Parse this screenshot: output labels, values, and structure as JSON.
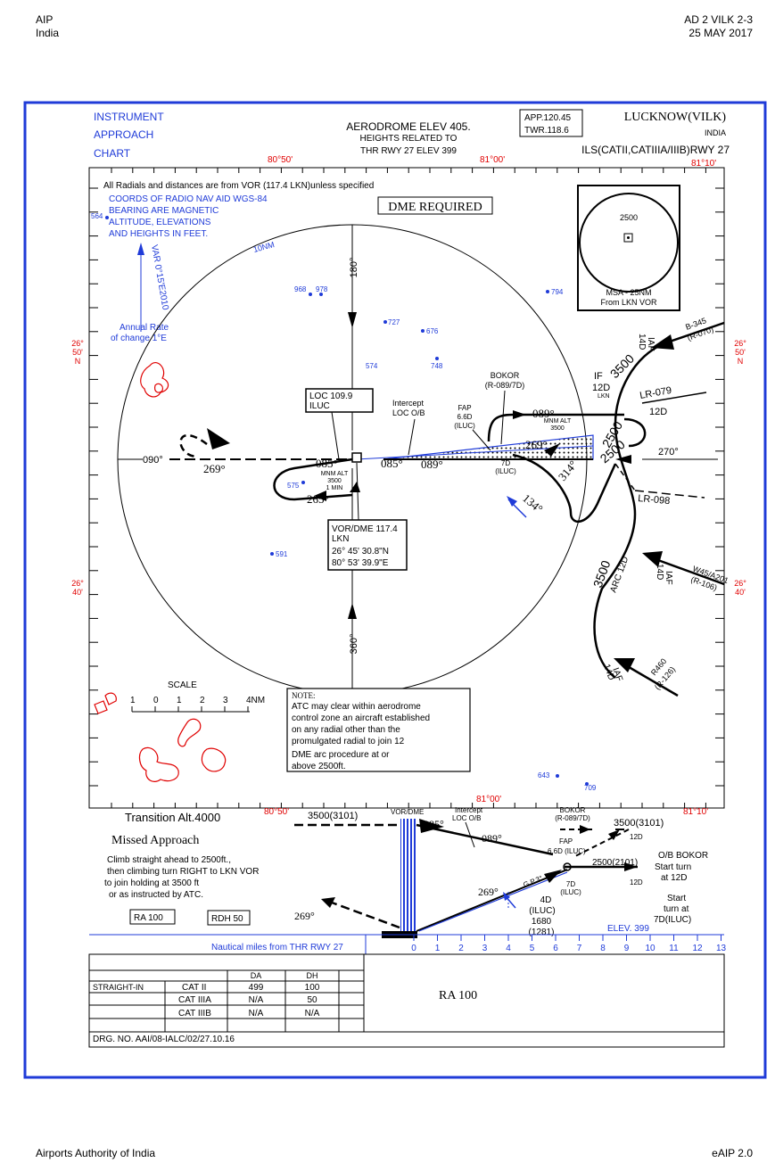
{
  "header": {
    "left_line1": "AIP",
    "left_line2": "India",
    "right_line1": "AD 2 VILK 2-3",
    "right_line2": "25 MAY 2017"
  },
  "footer": {
    "left": "Airports Authority of India",
    "right": "eAIP 2.0"
  },
  "colors": {
    "frame": "#1f3bd8",
    "red": "#e00000",
    "blue": "#1f3bd8",
    "black": "#000000"
  },
  "chart": {
    "title": [
      "INSTRUMENT",
      "APPROACH",
      "CHART"
    ],
    "aerodrome_elev": "AERODROME  ELEV  405.",
    "heights_related": "HEIGHTS  RELATED  TO",
    "thr_rwy": "THR  RWY  27  ELEV  399",
    "app_freq": "APP.120.45",
    "twr_freq": "TWR.118.6",
    "airport": "LUCKNOW(VILK)",
    "country": "INDIA",
    "procedure": "ILS(CATII,CATIIIA/IIIB)RWY  27",
    "lon_labels": [
      "80°50'",
      "81°00'",
      "81°10'"
    ],
    "lat_labels": [
      [
        "26°",
        "50'",
        "N"
      ],
      [
        "26°",
        "50'",
        "N"
      ],
      [
        "26°",
        "40'"
      ],
      [
        "26°",
        "40'"
      ]
    ],
    "radials_note": "All Radials and distances are from VOR (117.4 LKN)unless specified",
    "coords_note": [
      "COORDS   OF  RADIO NAV  AID  WGS-84",
      "BEARING ARE MAGNETIC",
      "ALTITUDE, ELEVATIONS",
      "AND HEIGHTS IN FEET."
    ],
    "dme_required": "DME REQUIRED",
    "msa_alt": "2500",
    "msa_label": [
      "MSA - 25NM",
      "From LKN VOR"
    ],
    "var": "VAR 0°15'E2010",
    "annual_rate": [
      "Annual Rate",
      "of change 1°E"
    ],
    "ring_10nm": "10NM",
    "radial_180": "180°",
    "radial_360": "360°",
    "radial_090": "090°",
    "radial_270": "270°",
    "spot_elevs": [
      "564",
      "968",
      "978",
      "794",
      "727",
      "676",
      "574",
      "748",
      "575",
      "591",
      "643",
      "709"
    ],
    "loc_box": [
      "LOC  109.9",
      "ILUC"
    ],
    "intercept": [
      "Intercept",
      "LOC O/B"
    ],
    "bokor": [
      "BOKOR",
      "(R-089/7D)"
    ],
    "fap": [
      "FAP",
      "6.6D",
      "(ILUC)"
    ],
    "if_label": [
      "IF",
      "12D",
      "LKN"
    ],
    "iaf_14d": [
      "IAF",
      "14D"
    ],
    "b345": [
      "B-345",
      "(R-070)"
    ],
    "lr079": "LR-079",
    "lr098": "LR-098",
    "w45": [
      "W45/A201",
      "(R-106)"
    ],
    "r460": [
      "R460",
      "(R-126)"
    ],
    "arc_12d": "ARC 12D",
    "alt_3500": "3500",
    "alt_2500": "2500",
    "d12": "12D",
    "mnm_alt_left": [
      "MNM  ALT",
      "3500",
      "1  MIN"
    ],
    "mnm_alt_right": [
      "MNM  ALT",
      "3500"
    ],
    "hdgs": [
      "269°",
      "085°",
      "085°",
      "089°",
      "265°",
      "089°",
      "269°",
      "134°",
      "314°"
    ],
    "d7_iluc": [
      "7D",
      "(ILUC)"
    ],
    "vor_box": [
      "VOR/DME  117.4",
      "LKN",
      "26°  45'  30.8\"N",
      "80°  53'  39.9\"E"
    ],
    "scale": "SCALE",
    "scale_ticks": [
      "1",
      "0",
      "1",
      "2",
      "3",
      "4NM"
    ],
    "note_title": "NOTE:",
    "note": [
      "ATC may clear within aerodrome",
      "control zone an aircraft established",
      "on any radial other than the",
      "promulgated radial to join 12",
      "DME arc procedure at or",
      "above 2500ft."
    ],
    "transition_alt": "Transition  Alt.4000",
    "missed_title": "Missed Approach",
    "missed_text": [
      "Climb straight ahead to 2500ft.,",
      "then climbing turn RIGHT to LKN VOR",
      "to join holding at 3500 ft",
      "or as instructed by ATC."
    ],
    "ra100": "RA 100",
    "rdh50": "RDH  50",
    "profile": {
      "alt_3500_3101": "3500(3101)",
      "vor_dme": "VOR/DME",
      "intercept": [
        "Intercept",
        "LOC  O/B"
      ],
      "bokor": [
        "BOKOR",
        "(R-089/7D)"
      ],
      "alt_right": "3500(3101)",
      "d12": "12D",
      "fap": [
        "FAP",
        "6.6D (ILUC)"
      ],
      "alt_2500": "2500(2101)",
      "d12b": "12D",
      "ob_bokor": [
        "O/B  BOKOR",
        "Start  turn",
        "at  12D"
      ],
      "start_turn": [
        "Start",
        "turn  at",
        "7D(ILUC)"
      ],
      "d7": [
        "7D",
        "(ILUC)"
      ],
      "gp": "G.P.3°",
      "d4": [
        "4D",
        "(ILUC)",
        "1680",
        "(1281)"
      ],
      "elev": "ELEV.  399",
      "hdg_085": "085°",
      "hdg_089": "089°",
      "hdg_269a": "269°",
      "hdg_269b": "269°"
    },
    "nm_from_thr": "Nautical miles from THR RWY 27",
    "nm_ticks": [
      "0",
      "1",
      "2",
      "3",
      "4",
      "5",
      "6",
      "7",
      "8",
      "9",
      "10",
      "11",
      "12",
      "13"
    ],
    "minima": {
      "headers": [
        "DA",
        "DH"
      ],
      "row_label": "STRAIGHT-IN",
      "rows": [
        [
          "CAT  II",
          "499",
          "100"
        ],
        [
          "CAT  IIIA",
          "N/A",
          "50"
        ],
        [
          "CAT  IIIB",
          "N/A",
          "N/A"
        ]
      ],
      "ra": "RA 100"
    },
    "drg_no": "DRG.  NO.  AAI/08-IALC/02/27.10.16"
  }
}
